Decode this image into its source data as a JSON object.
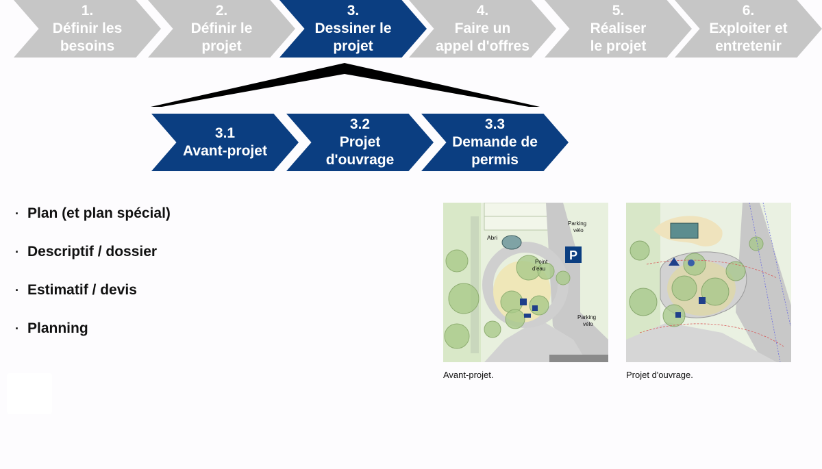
{
  "steps": [
    {
      "number": "1.",
      "line1": "Définir les",
      "line2": "besoins",
      "active": false
    },
    {
      "number": "2.",
      "line1": "Définir le",
      "line2": "projet",
      "active": false
    },
    {
      "number": "3.",
      "line1": "Dessiner le",
      "line2": "projet",
      "active": true
    },
    {
      "number": "4.",
      "line1": "Faire un",
      "line2": "appel d'offres",
      "active": false
    },
    {
      "number": "5.",
      "line1": "Réaliser",
      "line2": "le projet",
      "active": false
    },
    {
      "number": "6.",
      "line1": "Exploiter et",
      "line2": "entretenir",
      "active": false
    }
  ],
  "substeps": [
    {
      "number": "3.1",
      "line1": "Avant-projet",
      "line2": ""
    },
    {
      "number": "3.2",
      "line1": "Projet",
      "line2": "d'ouvrage"
    },
    {
      "number": "3.3",
      "line1": "Demande de",
      "line2": "permis"
    }
  ],
  "deliverables": [
    "Plan (et plan spécial)",
    "Descriptif / dossier",
    "Estimatif / devis",
    "Planning"
  ],
  "bullet_symbol": "·",
  "plans": {
    "avant_projet": {
      "caption": "Avant-projet.",
      "labels": {
        "abri": "Abri",
        "point_eau_1": "Point",
        "point_eau_2": "d'eau",
        "parking_top_1": "Parking",
        "parking_top_2": "vélo",
        "parking_bottom_1": "Parking",
        "parking_bottom_2": "vélo",
        "p_sign": "P"
      }
    },
    "projet_ouvrage": {
      "caption": "Projet d'ouvrage."
    }
  },
  "colors": {
    "inactive": "#c6c6c6",
    "active": "#0b3e81",
    "text_on_chevron": "#ffffff",
    "background": "#fdfcfe"
  }
}
